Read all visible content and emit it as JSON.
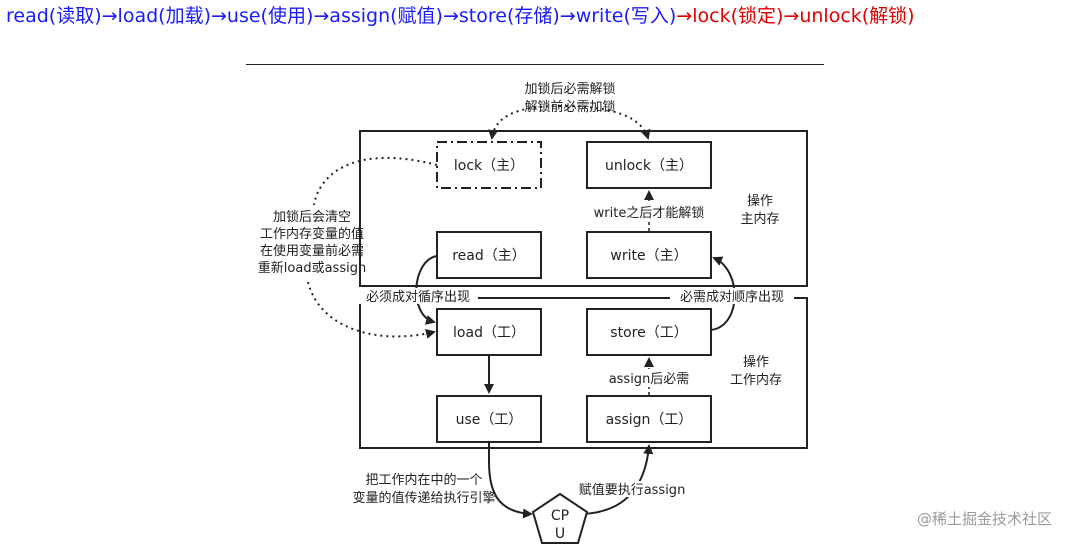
{
  "header": {
    "steps": [
      {
        "en": "read",
        "zh": "(读取)",
        "color": "#1a1aff"
      },
      {
        "en": "load",
        "zh": "(加载)",
        "color": "#1a1aff"
      },
      {
        "en": "use",
        "zh": "(使用)",
        "color": "#1a1aff"
      },
      {
        "en": "assign",
        "zh": "(赋值)",
        "color": "#1a1aff"
      },
      {
        "en": "store",
        "zh": "(存储)",
        "color": "#1a1aff"
      },
      {
        "en": "write",
        "zh": "(写入)",
        "color": "#1a1aff"
      },
      {
        "en": "lock",
        "zh": "(锁定)",
        "color": "#e00000"
      },
      {
        "en": "unlock",
        "zh": "(解锁)",
        "color": "#e00000"
      }
    ],
    "arrow": "→"
  },
  "diagram": {
    "boxes": {
      "lock": "lock（主）",
      "unlock": "unlock（主）",
      "read": "read（主）",
      "write": "write（主）",
      "load": "load（工）",
      "store": "store（工）",
      "use": "use（工）",
      "assign": "assign（工）"
    },
    "cpu": [
      "CP",
      "U"
    ],
    "labels": {
      "top_line1": "加锁后必需解锁",
      "top_line2": "解锁前必需加锁",
      "left_note": [
        "加锁后会清空",
        "工作内存变量的值",
        "在使用变量前必需",
        "重新load或assign"
      ],
      "write_before_unlock": "write之后才能解锁",
      "main_memory": [
        "操作",
        "主内存"
      ],
      "work_memory": [
        "操作",
        "工作内存"
      ],
      "read_load_pair": "必须成对循序出现",
      "store_write_pair": "必需成对顺序出现",
      "assign_before_store": "assign后必需",
      "to_engine": [
        "把工作内在中的一个",
        "变量的值传递给执行引擎"
      ],
      "from_engine": "赋值要执行assign"
    }
  },
  "watermark": "@稀土掘金技术社区",
  "colors": {
    "link_blue": "#1a1aff",
    "link_red": "#e00000",
    "line": "#222222"
  }
}
